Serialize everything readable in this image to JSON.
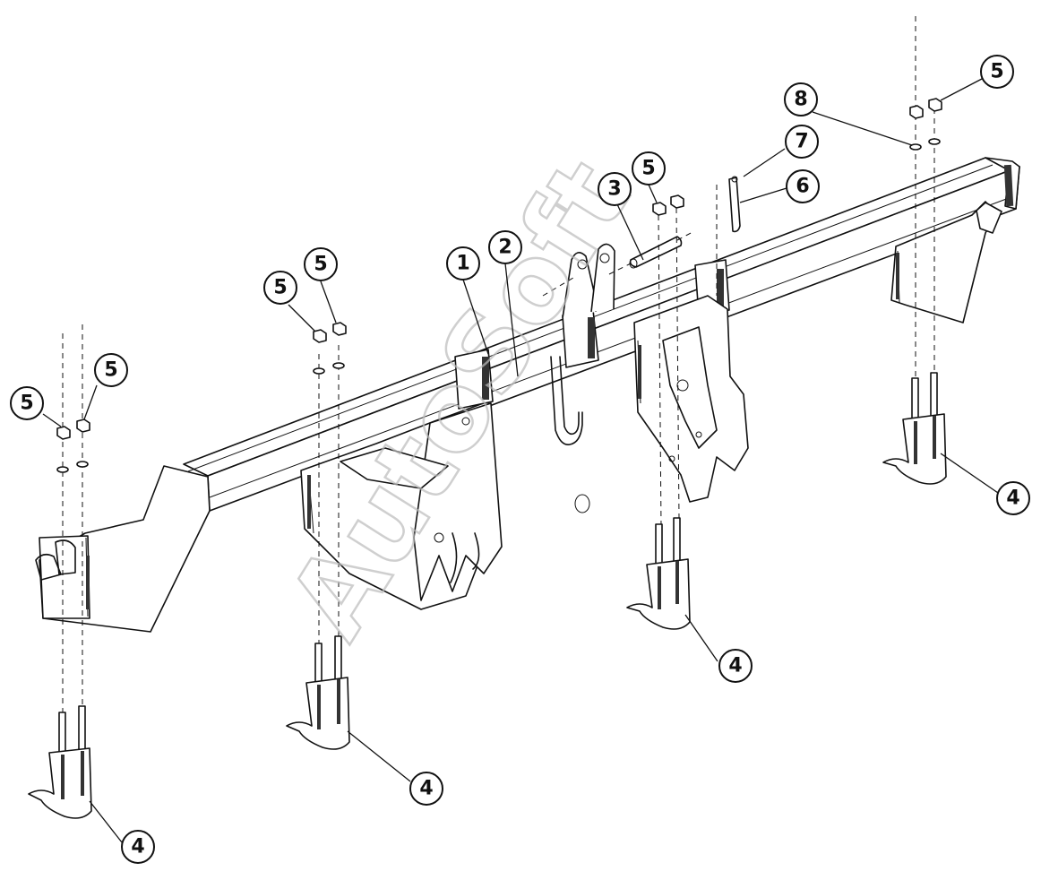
{
  "watermark": "AutoSoft",
  "callouts": [
    {
      "label": "1"
    },
    {
      "label": "2"
    },
    {
      "label": "3"
    },
    {
      "label": "5"
    },
    {
      "label": "5"
    },
    {
      "label": "5"
    },
    {
      "label": "5"
    },
    {
      "label": "5"
    },
    {
      "label": "5"
    },
    {
      "label": "6"
    },
    {
      "label": "7"
    },
    {
      "label": "8"
    },
    {
      "label": "4"
    },
    {
      "label": "4"
    },
    {
      "label": "4"
    },
    {
      "label": "4"
    }
  ]
}
